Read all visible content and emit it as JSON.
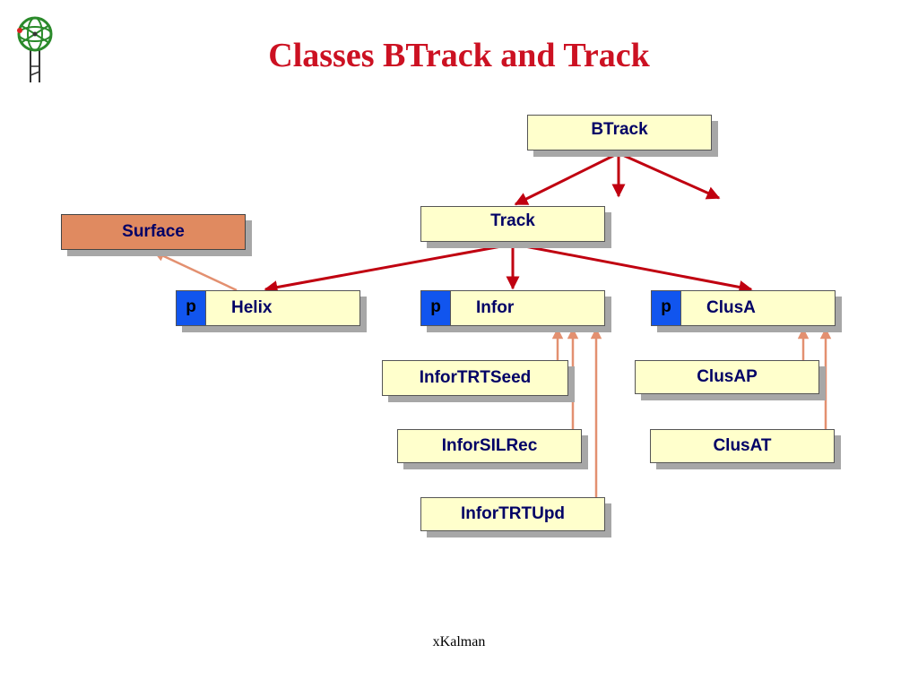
{
  "slide": {
    "title": "Classes BTrack and Track",
    "footer": "xKalman"
  },
  "colors": {
    "title": "#cc1122",
    "box_fill": "#ffffcc",
    "surface_fill": "#e08a60",
    "tag_fill": "#1155ee",
    "arrow_red": "#c00010",
    "arrow_orange": "#e39070",
    "label_text": "#000066"
  },
  "logo": {
    "icon": "detector-emblem-icon"
  },
  "nodes": {
    "btrack": {
      "label": "BTrack"
    },
    "track": {
      "label": "Track"
    },
    "surface": {
      "label": "Surface"
    },
    "helix": {
      "label": "Helix",
      "tag": "p"
    },
    "infor": {
      "label": "Infor",
      "tag": "p"
    },
    "clusa": {
      "label": "ClusA",
      "tag": "p"
    },
    "infor_trt_seed": {
      "label": "InforTRTSeed"
    },
    "infor_sil_rec": {
      "label": "InforSILRec"
    },
    "infor_trt_upd": {
      "label": "InforTRTUpd"
    },
    "clus_ap": {
      "label": "ClusAP"
    },
    "clus_at": {
      "label": "ClusAT"
    }
  },
  "edges": [
    {
      "from": "btrack",
      "to": "track",
      "kind": "composition"
    },
    {
      "from": "btrack",
      "to": "unlabeled-below",
      "kind": "composition"
    },
    {
      "from": "btrack",
      "to": "unlabeled-right",
      "kind": "composition"
    },
    {
      "from": "track",
      "to": "helix",
      "kind": "composition"
    },
    {
      "from": "track",
      "to": "infor",
      "kind": "composition"
    },
    {
      "from": "track",
      "to": "clusa",
      "kind": "composition"
    },
    {
      "from": "helix",
      "to": "surface",
      "kind": "inheritance"
    },
    {
      "from": "infor_trt_seed",
      "to": "infor",
      "kind": "inheritance"
    },
    {
      "from": "infor_sil_rec",
      "to": "infor",
      "kind": "inheritance"
    },
    {
      "from": "infor_trt_upd",
      "to": "infor",
      "kind": "inheritance"
    },
    {
      "from": "clus_ap",
      "to": "clusa",
      "kind": "inheritance"
    },
    {
      "from": "clus_at",
      "to": "clusa",
      "kind": "inheritance"
    }
  ]
}
